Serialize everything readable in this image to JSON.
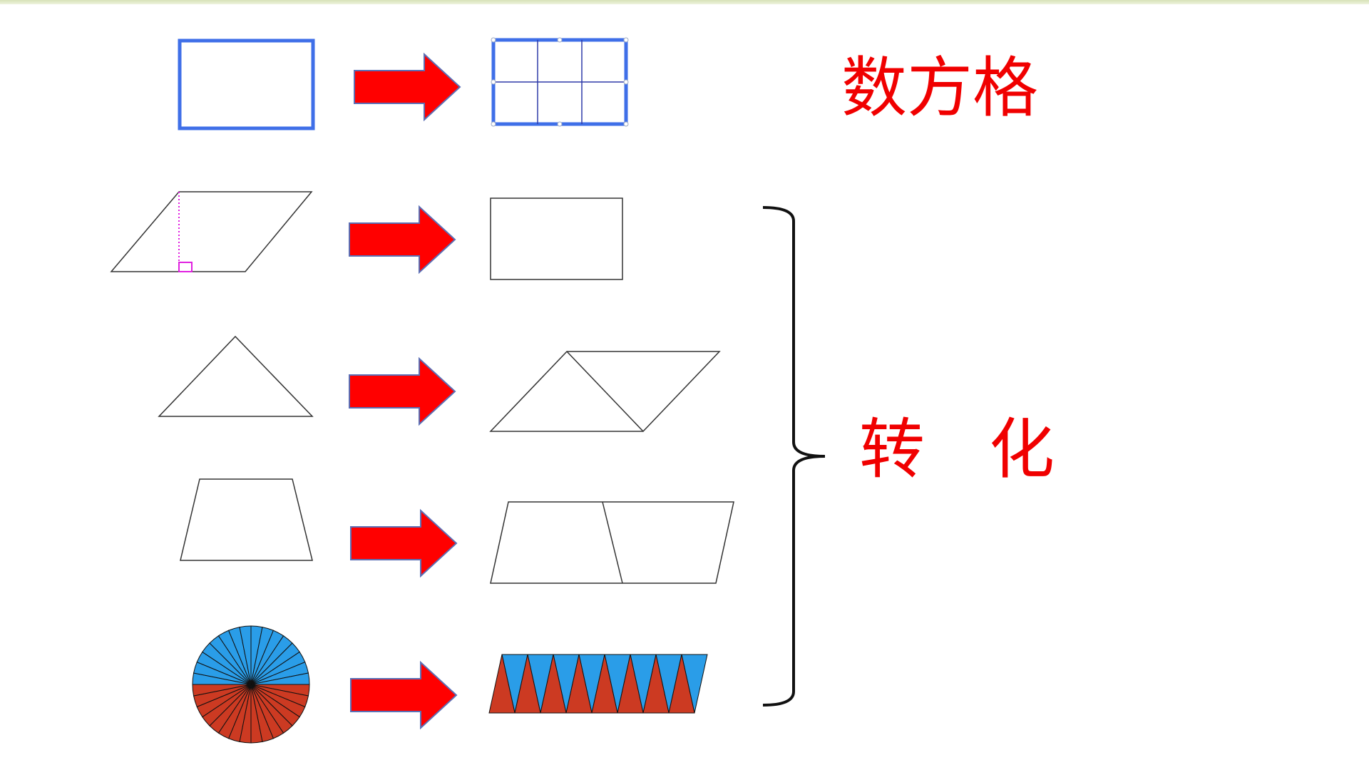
{
  "labels": {
    "count_grid": "数方格",
    "convert_1": "转",
    "convert_2": "化"
  },
  "colors": {
    "arrow": "#ff0000",
    "arrow_outline": "#5b6fb5",
    "rect_blue": "#3f6fe8",
    "grid_line": "#2e3aa8",
    "height_line": "#e020e0",
    "circle_top": "#2a9de8",
    "circle_bottom": "#cc3a22",
    "text_red": "#f00000",
    "stroke": "#333333"
  },
  "rows": [
    {
      "from": "rectangle",
      "to": "rectangle-grid-2x3"
    },
    {
      "from": "parallelogram",
      "to": "rectangle"
    },
    {
      "from": "triangle",
      "to": "parallelogram-from-two-triangles"
    },
    {
      "from": "trapezoid",
      "to": "parallelogram-from-two-trapezoids"
    },
    {
      "from": "circle",
      "to": "near-parallelogram-from-sectors"
    }
  ],
  "grid": {
    "rows": 2,
    "cols": 3
  },
  "circle_sectors": 32
}
